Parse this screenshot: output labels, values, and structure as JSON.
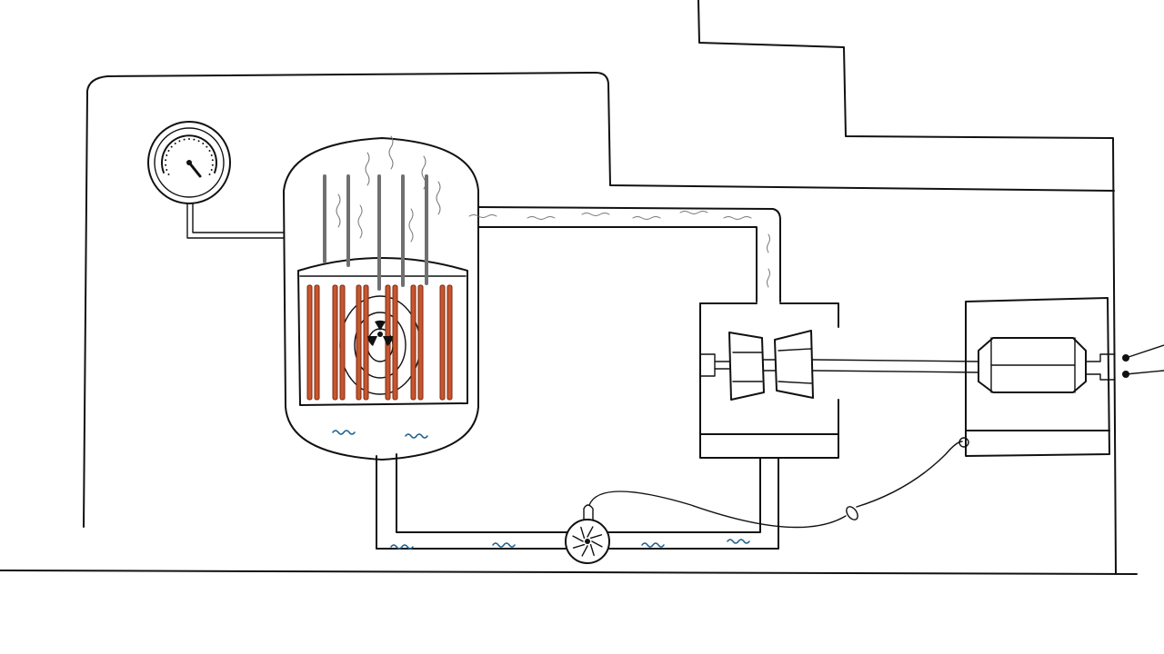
{
  "diagram": {
    "components": [
      {
        "id": "pressure-gauge",
        "icon": "gauge-icon"
      },
      {
        "id": "reactor-vessel",
        "icon": "reactor-icon"
      },
      {
        "id": "control-rods",
        "count": 5
      },
      {
        "id": "fuel-rods",
        "count": 12
      },
      {
        "id": "radiation-symbol",
        "icon": "radiation-icon"
      },
      {
        "id": "steam-turbine",
        "icon": "turbine-icon"
      },
      {
        "id": "generator",
        "icon": "generator-icon"
      },
      {
        "id": "coolant-pump",
        "icon": "pump-icon"
      },
      {
        "id": "power-output-terminals",
        "count": 2
      }
    ],
    "colors": {
      "ink": "#111111",
      "fuel_rod": "#c8552f",
      "control_rod": "#707070",
      "coolant_wave": "#1f5f8b",
      "background": "#ffffff"
    }
  }
}
